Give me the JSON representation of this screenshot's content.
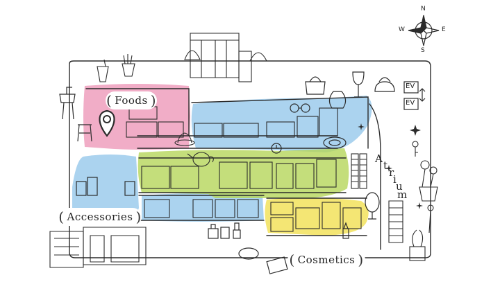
{
  "colors": {
    "foods": "#ef9fbd",
    "accessories": "#8fc4ea",
    "green": "#b5d65a",
    "cosmetics": "#f2e25c",
    "line": "#2b2b2b"
  },
  "labels": {
    "foods": "Foods",
    "accessories": "Accessories",
    "cosmetics": "Cosmetics",
    "atrium": [
      "A",
      "t",
      "r",
      "i",
      "u",
      "m"
    ],
    "ev_top": "EV",
    "ev_bottom": "EV"
  },
  "compass": {
    "n": "N",
    "s": "S",
    "e": "E",
    "w": "W"
  },
  "icons": [
    "compass-icon",
    "location-pin-icon",
    "elevator-icon",
    "drink-cup-icon",
    "fries-icon",
    "chair-icon",
    "stool-icon",
    "glasses-icon",
    "handbag-icon",
    "vase-icon",
    "wine-glass-icon",
    "kettle-icon",
    "hat-icon",
    "teapot-icon",
    "desk-clock-icon",
    "plate-icon",
    "bottle-icon",
    "lipstick-icon",
    "perfume-icon",
    "nail-polish-icon",
    "mirror-icon",
    "compact-icon",
    "flower-icon",
    "sparkle-icon",
    "key-icon",
    "kiosk-icon",
    "storefront-icon"
  ]
}
